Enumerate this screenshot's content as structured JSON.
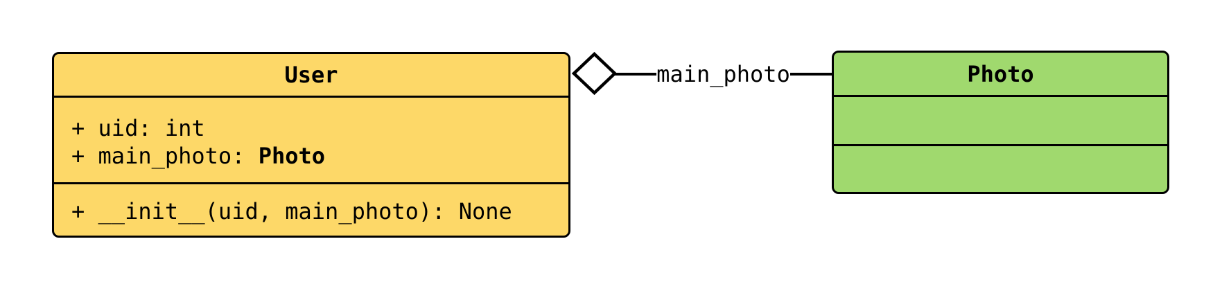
{
  "colors": {
    "user_fill": "#FDD868",
    "photo_fill": "#A0D96E",
    "border_color": "#000000",
    "diamond_fill": "#FFFFFF"
  },
  "user_class": {
    "title": "User",
    "attributes": [
      {
        "text": "+ uid: ",
        "type": "int",
        "type_is_bold": false
      },
      {
        "text": "+ main_photo: ",
        "type": "Photo",
        "type_is_bold": true
      }
    ],
    "methods": [
      {
        "text": "+ __init__(uid, main_photo): None"
      }
    ]
  },
  "photo_class": {
    "title": "Photo",
    "attributes": [],
    "methods": []
  },
  "relationship": {
    "type": "aggregation",
    "diamond_icon": "open-diamond",
    "from": "User",
    "to": "Photo",
    "label": "main_photo"
  }
}
